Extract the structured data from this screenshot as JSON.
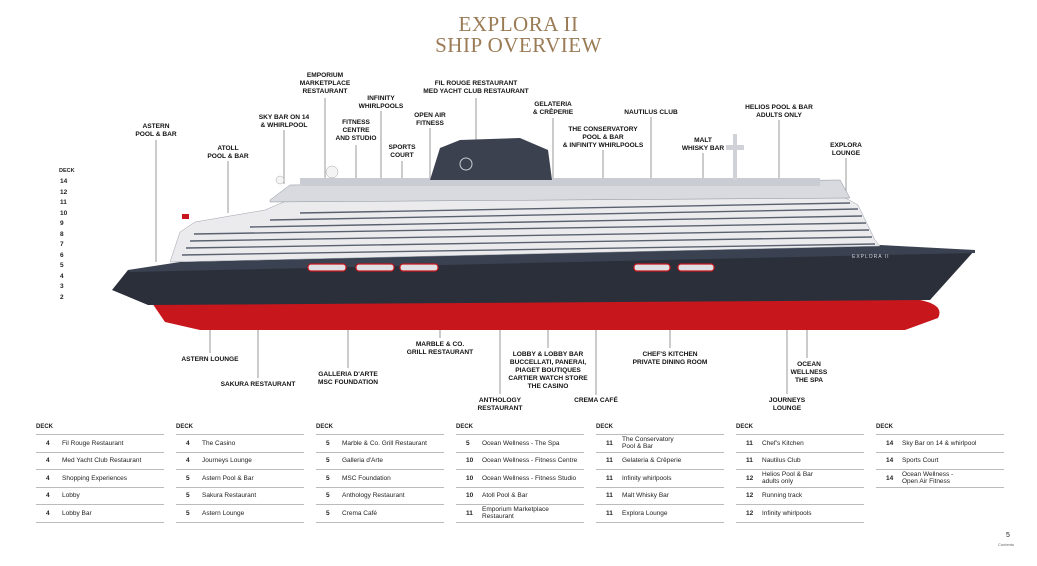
{
  "title": {
    "line1": "EXPLORA II",
    "line2": "SHIP OVERVIEW"
  },
  "deck_header": "DECK",
  "deck_numbers": [
    "14",
    "12",
    "11",
    "10",
    "9",
    "8",
    "7",
    "6",
    "5",
    "4",
    "3",
    "2"
  ],
  "ship_name": "EXPLORA II",
  "top_labels": [
    {
      "id": "astern-pool",
      "text": "ASTERN\nPOOL & BAR"
    },
    {
      "id": "atoll",
      "text": "ATOLL\nPOOL & BAR"
    },
    {
      "id": "skybar",
      "text": "SKY BAR ON 14\n& WHIRLPOOL"
    },
    {
      "id": "emporium",
      "text": "EMPORIUM\nMARKETPLACE\nRESTAURANT"
    },
    {
      "id": "fitness",
      "text": "FITNESS\nCENTRE\nAND STUDIO"
    },
    {
      "id": "infinity",
      "text": "INFINITY\nWHIRLPOOLS"
    },
    {
      "id": "sports",
      "text": "SPORTS\nCOURT"
    },
    {
      "id": "openair",
      "text": "OPEN AIR\nFITNESS"
    },
    {
      "id": "filrouge",
      "text": "FIL ROUGE RESTAURANT\nMED YACHT CLUB RESTAURANT"
    },
    {
      "id": "gelateria",
      "text": "GELATERIA\n& CRÊPERIE"
    },
    {
      "id": "conservatory",
      "text": "THE CONSERVATORY\nPOOL & BAR\n& INFINITY WHIRLPOOLS"
    },
    {
      "id": "nautilus",
      "text": "NAUTILUS CLUB"
    },
    {
      "id": "malt",
      "text": "MALT\nWHISKY BAR"
    },
    {
      "id": "helios",
      "text": "HELIOS POOL & BAR\nADULTS ONLY"
    },
    {
      "id": "lounge",
      "text": "EXPLORA\nLOUNGE"
    }
  ],
  "bottom_labels": [
    {
      "id": "astern-lounge",
      "text": "ASTERN LOUNGE"
    },
    {
      "id": "sakura",
      "text": "SAKURA RESTAURANT"
    },
    {
      "id": "galleria",
      "text": "GALLERIA D'ARTE\nMSC FOUNDATION"
    },
    {
      "id": "marble",
      "text": "MARBLE & CO.\nGRILL RESTAURANT"
    },
    {
      "id": "anthology",
      "text": "ANTHOLOGY\nRESTAURANT"
    },
    {
      "id": "lobby",
      "text": "LOBBY & LOBBY BAR\nBUCCELLATI, PANERAI,\nPIAGET BOUTIQUES\nCARTIER WATCH STORE\nTHE CASINO"
    },
    {
      "id": "crema",
      "text": "CREMA CAFÉ"
    },
    {
      "id": "chefs",
      "text": "CHEF'S KITCHEN\nPRIVATE DINING ROOM"
    },
    {
      "id": "journeys",
      "text": "JOURNEYS\nLOUNGE"
    },
    {
      "id": "ocean",
      "text": "OCEAN\nWELLNESS\nTHE SPA"
    }
  ],
  "table_header": "DECK",
  "table_columns": [
    [
      {
        "deck": "4",
        "name": "Fil Rouge Restaurant"
      },
      {
        "deck": "4",
        "name": "Med Yacht Club Restaurant"
      },
      {
        "deck": "4",
        "name": "Shopping Experiences"
      },
      {
        "deck": "4",
        "name": "Lobby"
      },
      {
        "deck": "4",
        "name": "Lobby Bar"
      }
    ],
    [
      {
        "deck": "4",
        "name": "The Casino"
      },
      {
        "deck": "4",
        "name": "Journeys Lounge"
      },
      {
        "deck": "5",
        "name": "Astern Pool & Bar"
      },
      {
        "deck": "5",
        "name": "Sakura Restaurant"
      },
      {
        "deck": "5",
        "name": "Astern Lounge"
      }
    ],
    [
      {
        "deck": "5",
        "name": "Marble & Co. Grill Restaurant"
      },
      {
        "deck": "5",
        "name": "Galleria d'Arte"
      },
      {
        "deck": "5",
        "name": "MSC Foundation"
      },
      {
        "deck": "5",
        "name": "Anthology Restaurant"
      },
      {
        "deck": "5",
        "name": "Crema Café"
      }
    ],
    [
      {
        "deck": "5",
        "name": "Ocean Wellness - The Spa"
      },
      {
        "deck": "10",
        "name": "Ocean Wellness - Fitness Centre"
      },
      {
        "deck": "10",
        "name": "Ocean Wellness - Fitness Studio"
      },
      {
        "deck": "10",
        "name": "Atoll Pool & Bar"
      },
      {
        "deck": "11",
        "name": "Emporium Marketplace\nRestaurant"
      }
    ],
    [
      {
        "deck": "11",
        "name": "The Conservatory\nPool & Bar"
      },
      {
        "deck": "11",
        "name": "Gelateria & Crêperie"
      },
      {
        "deck": "11",
        "name": "Infinity whirlpools"
      },
      {
        "deck": "11",
        "name": "Malt Whisky Bar"
      },
      {
        "deck": "11",
        "name": "Explora Lounge"
      }
    ],
    [
      {
        "deck": "11",
        "name": "Chef's Kitchen"
      },
      {
        "deck": "11",
        "name": "Nautilus Club"
      },
      {
        "deck": "12",
        "name": "Helios Pool & Bar\nadults only"
      },
      {
        "deck": "12",
        "name": "Running track"
      },
      {
        "deck": "12",
        "name": "Infinity whirlpools"
      }
    ],
    [
      {
        "deck": "14",
        "name": "Sky Bar on 14 & whirlpool"
      },
      {
        "deck": "14",
        "name": "Sports Court"
      },
      {
        "deck": "14",
        "name": "Ocean Wellness -\nOpen Air Fitness"
      }
    ]
  ],
  "page_number": "5",
  "page_sub": "Contents",
  "colors": {
    "title": "#9a7b55",
    "hull": "#2a2f3a",
    "waterline": "#c8161d",
    "superstructure": "#ebebed"
  }
}
